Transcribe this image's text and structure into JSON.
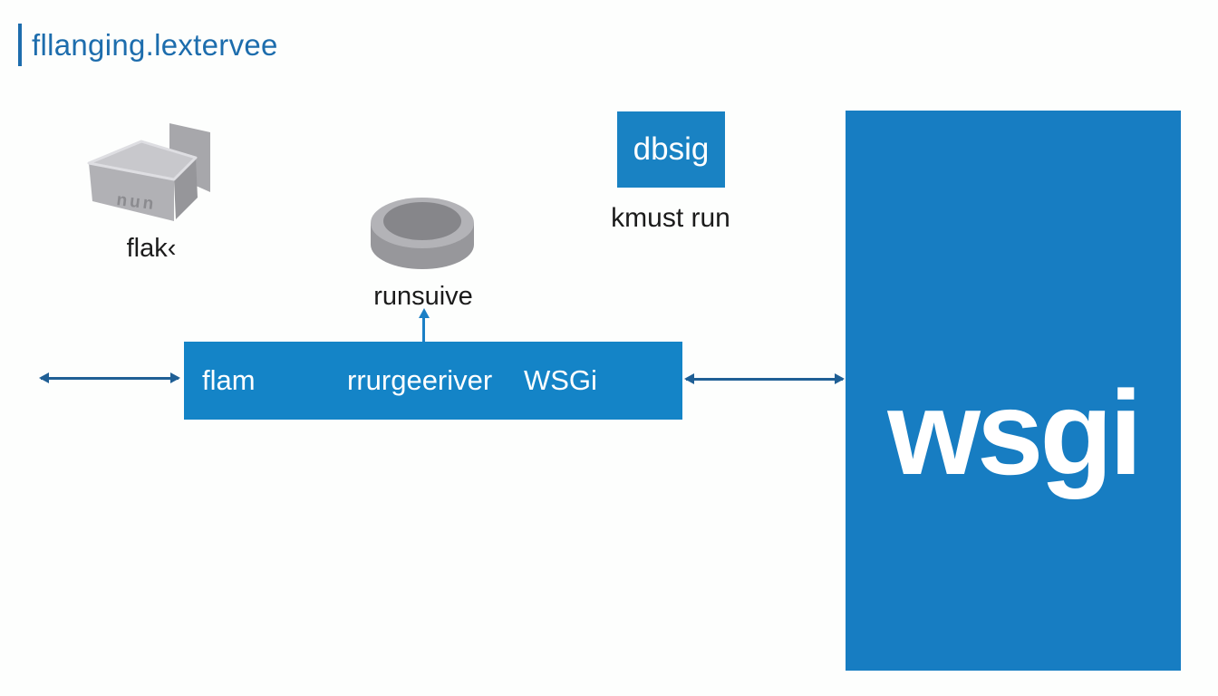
{
  "colors": {
    "accent_blue": "#1d6dad",
    "panel_blue": "#177dc2",
    "bar_blue": "#1484c7",
    "badge_blue": "#1982c3",
    "arrow_blue": "#1f5f95",
    "up_arrow_blue": "#1b80c6",
    "caption_black": "#1b1b1b",
    "background": "#fdfefd"
  },
  "header": {
    "title": "fllanging.lextervee"
  },
  "diagram": {
    "box_node": {
      "caption": "flak‹",
      "emboss_text": "nun"
    },
    "disk_node": {
      "caption": "runsuive"
    },
    "badge_node": {
      "label": "dbsig",
      "caption": "kmust run"
    },
    "bar_node": {
      "items": [
        {
          "label": "flam"
        },
        {
          "label": "rrurgeeriver"
        },
        {
          "label": "WSGi"
        }
      ]
    },
    "big_panel": {
      "label": "wsgi"
    }
  }
}
